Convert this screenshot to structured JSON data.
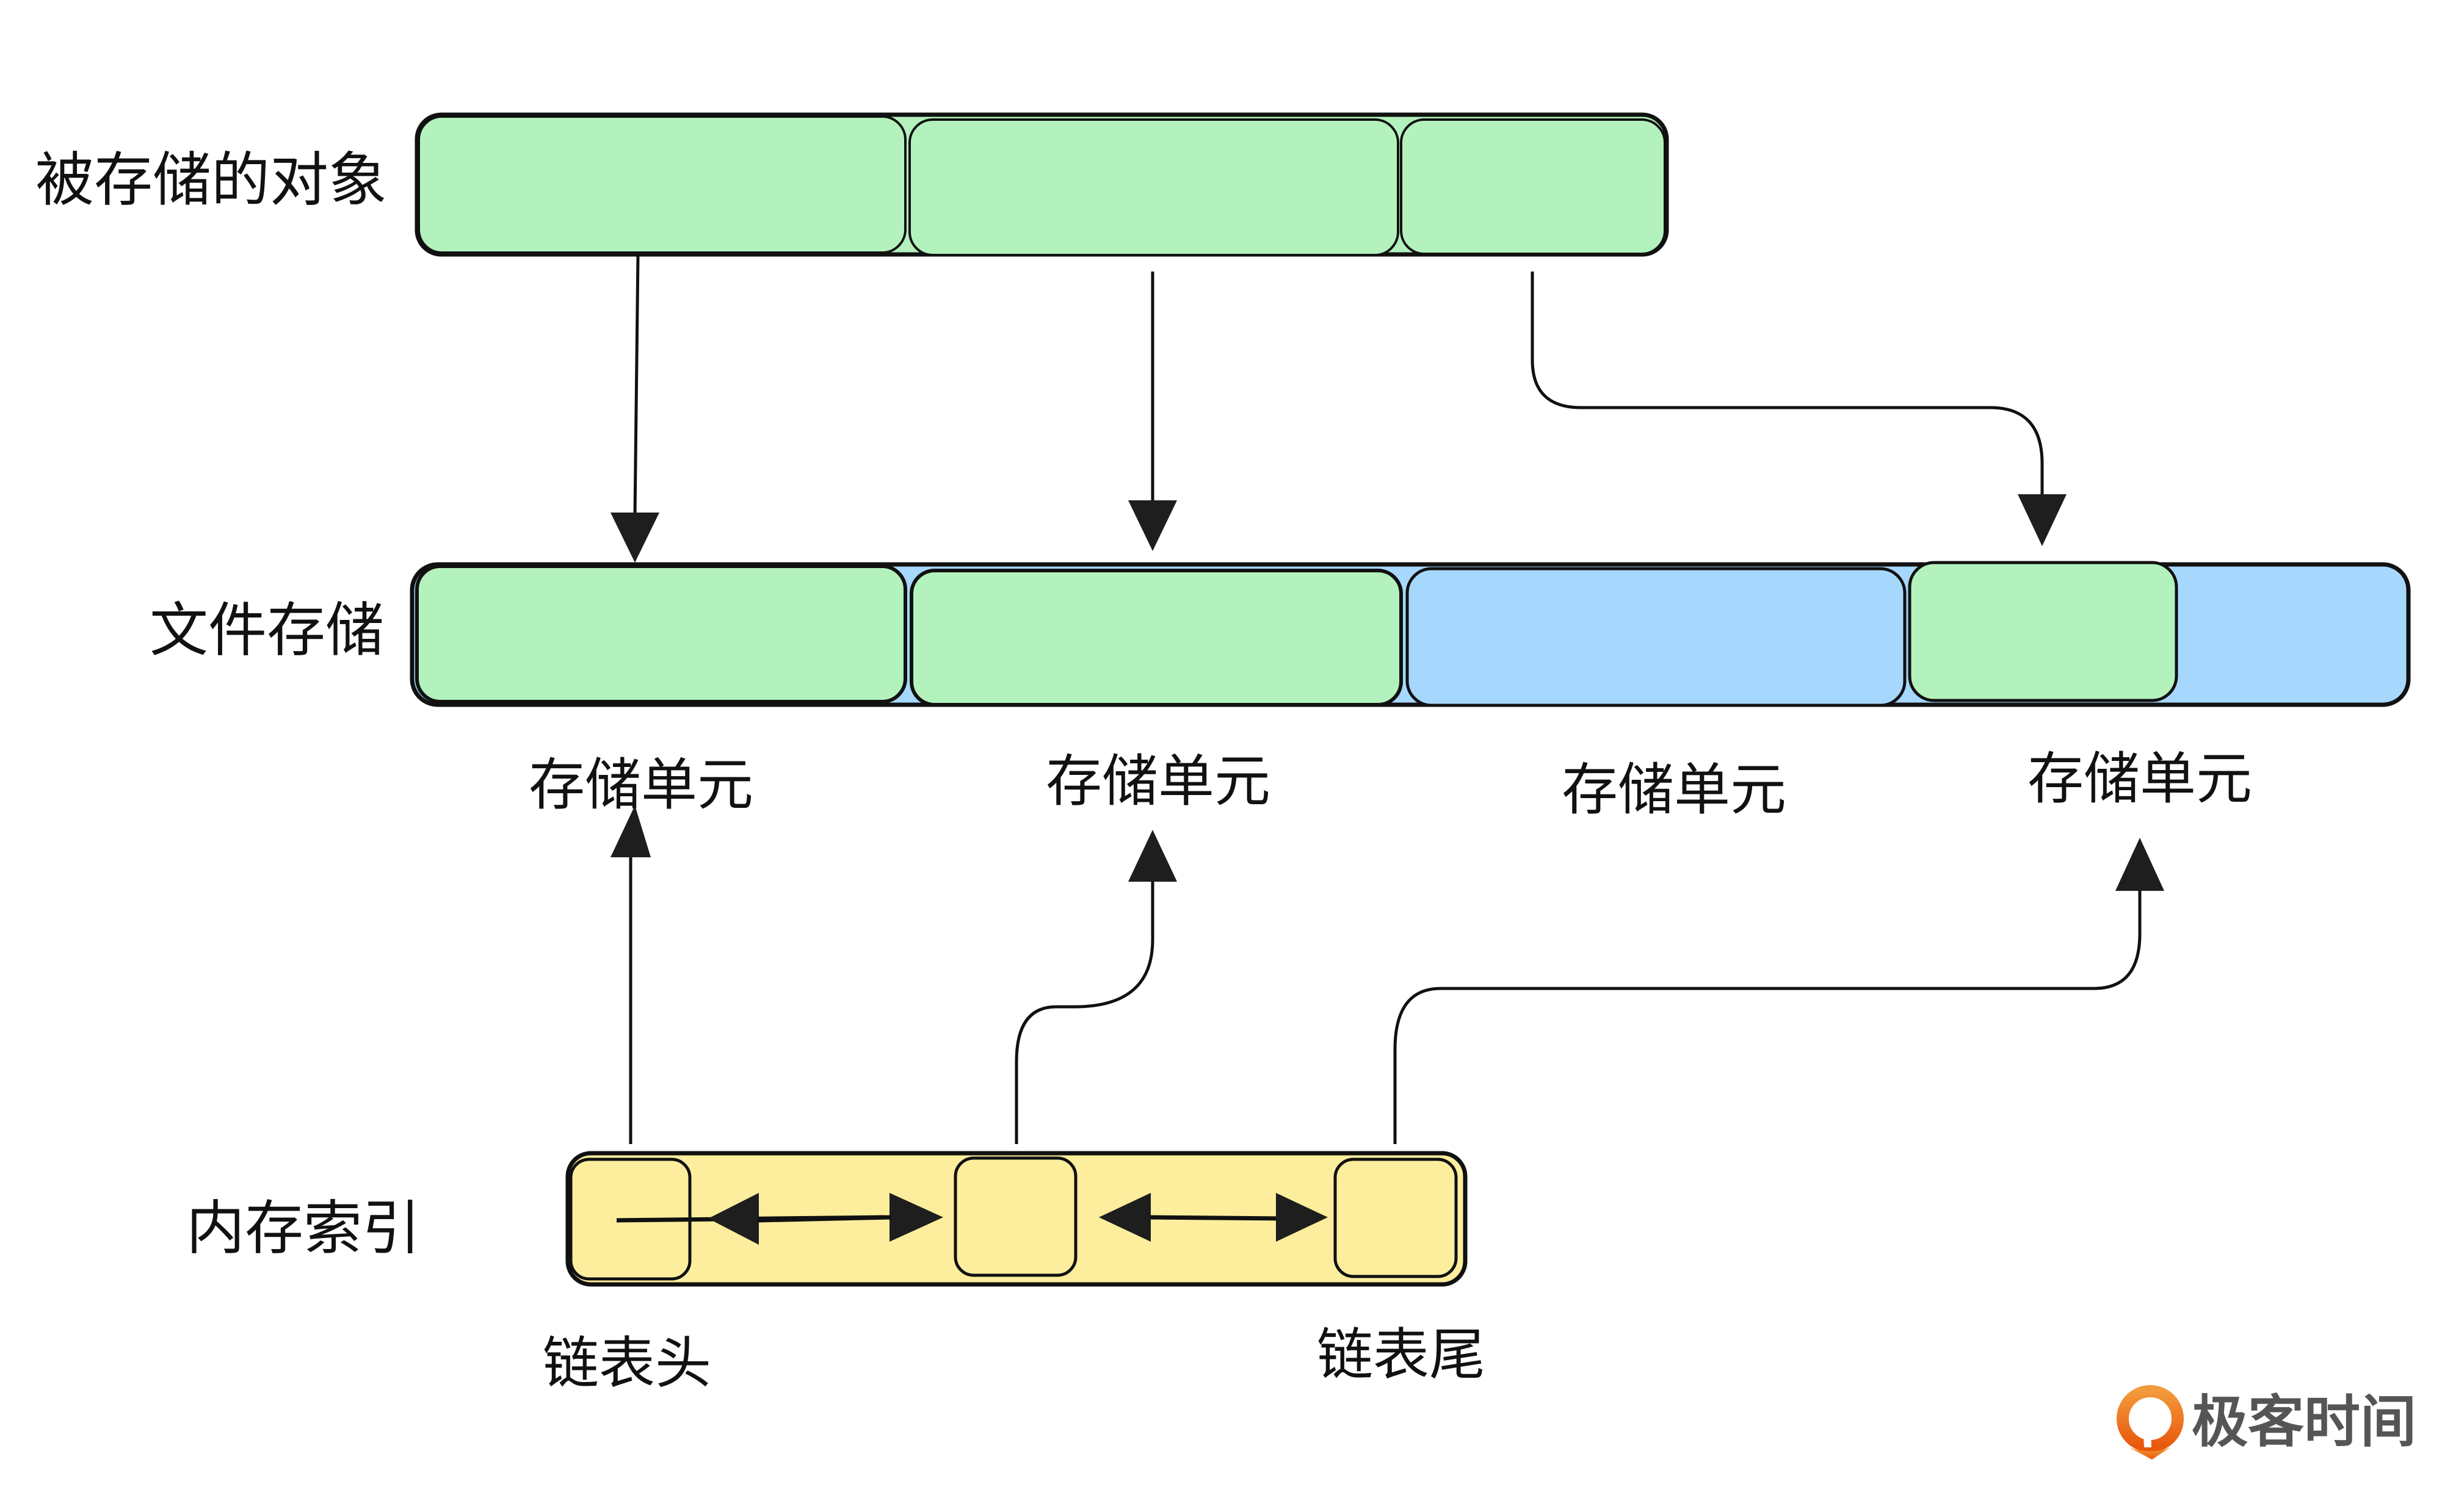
{
  "diagram": {
    "rows": {
      "objects": {
        "label": "被存储的对象"
      },
      "file_storage": {
        "label": "文件存储"
      },
      "memory_index": {
        "label": "内存索引"
      }
    },
    "objects": [
      {
        "id": "object-1",
        "color": "#b3f2bd"
      },
      {
        "id": "object-2",
        "color": "#b3f2bd"
      },
      {
        "id": "object-3",
        "color": "#b3f2bd"
      }
    ],
    "storage_units": [
      {
        "id": "unit-1",
        "label": "存储单元",
        "state": "used",
        "color": "#b3f2bd"
      },
      {
        "id": "unit-2",
        "label": "存储单元",
        "state": "used",
        "color": "#b3f2bd"
      },
      {
        "id": "unit-3",
        "label": "存储单元",
        "state": "free",
        "color": "#a6d8fd"
      },
      {
        "id": "unit-4",
        "label": "存储单元",
        "state": "used",
        "color": "#b3f2bd"
      }
    ],
    "free_space_color": "#a6d8fd",
    "index_nodes": [
      {
        "id": "node-1"
      },
      {
        "id": "node-2"
      },
      {
        "id": "node-3"
      }
    ],
    "index_color": "#fdee9d",
    "linked_list": {
      "head_label": "链表头",
      "tail_label": "链表尾"
    },
    "edges": [
      {
        "from": "object-1",
        "to": "unit-1"
      },
      {
        "from": "object-2",
        "to": "unit-2"
      },
      {
        "from": "object-3",
        "to": "unit-4"
      },
      {
        "from": "node-1",
        "to": "unit-1"
      },
      {
        "from": "node-2",
        "to": "unit-2"
      },
      {
        "from": "node-3",
        "to": "unit-4"
      },
      {
        "from": "node-1",
        "to": "node-2",
        "bidirectional": true
      },
      {
        "from": "node-2",
        "to": "node-3",
        "bidirectional": true
      }
    ],
    "stroke_color": "#111111",
    "arrow_color": "#1e1e1e"
  },
  "watermark": {
    "text": "极客时间",
    "icon": "geektime-logo-icon",
    "icon_color_top": "#f29a3c",
    "icon_color_bottom": "#e8590c",
    "text_color": "#555555"
  }
}
